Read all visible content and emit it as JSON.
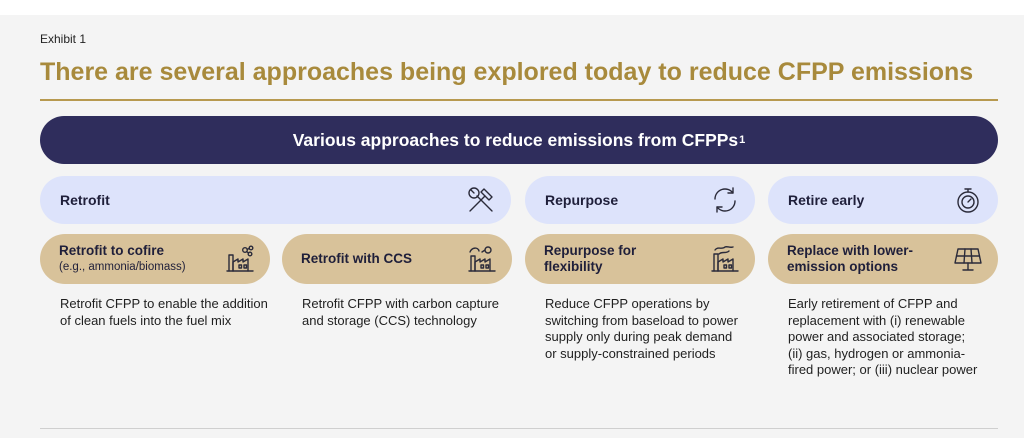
{
  "exhibit_label": "Exhibit 1",
  "title": "There are several approaches being explored today to reduce CFPP emissions",
  "banner": {
    "text": "Various approaches to reduce emissions from CFPPs",
    "footnote": "1"
  },
  "categories": [
    {
      "label": "Retrofit",
      "icon": "hammer-wrench-icon"
    },
    {
      "label": "Repurpose",
      "icon": "cycle-arrows-icon"
    },
    {
      "label": "Retire early",
      "icon": "stopwatch-icon"
    }
  ],
  "approaches": [
    {
      "title": "Retrofit to cofire",
      "note": "(e.g., ammonia/biomass)",
      "icon": "factory-molecule-icon",
      "description": "Retrofit CFPP to enable the addition of clean fuels into the fuel mix"
    },
    {
      "title": "Retrofit with CCS",
      "note": "",
      "icon": "factory-capture-icon",
      "description": "Retrofit CFPP with carbon capture and storage (CCS) technology"
    },
    {
      "title": "Repurpose for flexibility",
      "note": "",
      "icon": "factory-smoke-icon",
      "description": "Reduce CFPP operations by switching from baseload to power supply only during peak demand or supply-constrained periods"
    },
    {
      "title": "Replace with lower-emission options",
      "note": "",
      "icon": "solar-panel-icon",
      "description": "Early retirement of CFPP and replacement with (i) renewable power and associated storage; (ii) gas, hydrogen or ammonia-fired power; or (iii) nuclear power"
    }
  ]
}
